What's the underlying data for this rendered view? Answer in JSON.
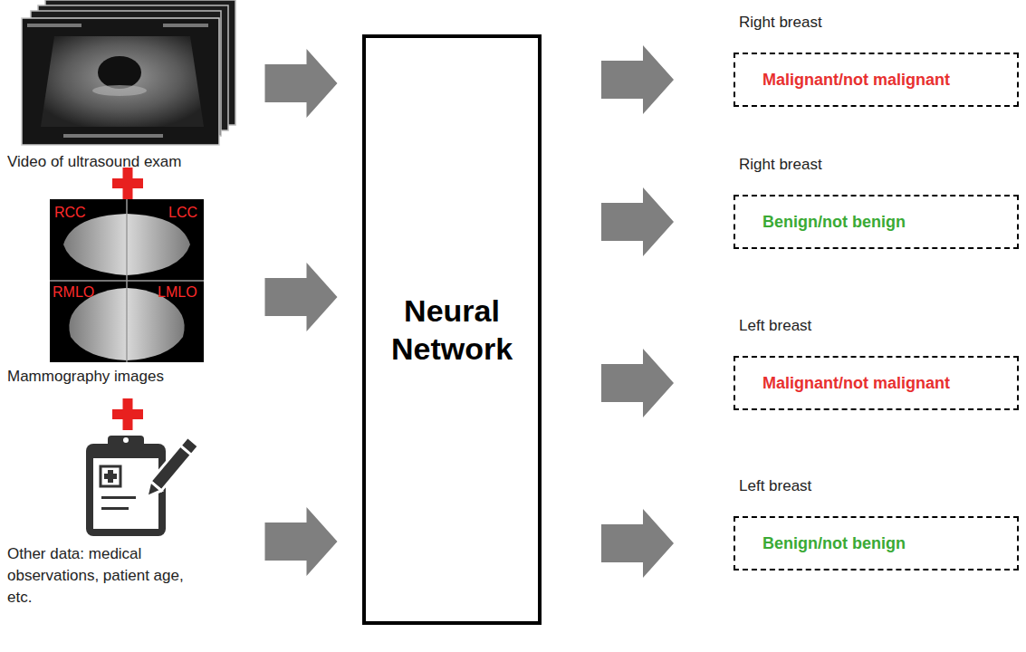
{
  "diagram": {
    "nodes": [
      {
        "text": [
          "Video of ultrasound exam"
        ]
      },
      {
        "text": [
          "RCC",
          "LCC",
          "RMLO",
          "LMLO",
          "Mammography images"
        ]
      },
      {
        "text": [
          "Other data: medical observations, patient age, etc."
        ]
      },
      {
        "text": [
          "Neural Network"
        ]
      },
      {
        "text": [
          "Right breast",
          "Malignant/not malignant"
        ]
      },
      {
        "text": [
          "Right breast",
          "Benign/not benign"
        ]
      },
      {
        "text": [
          "Left breast",
          "Malignant/not malignant"
        ]
      },
      {
        "text": [
          "Left breast",
          "Benign/not benign"
        ]
      }
    ],
    "edges": [
      {
        "from": 0,
        "to": 3,
        "arrow": "to"
      },
      {
        "from": 1,
        "to": 3,
        "arrow": "to"
      },
      {
        "from": 2,
        "to": 3,
        "arrow": "to"
      },
      {
        "from": 3,
        "to": 4,
        "arrow": "to"
      },
      {
        "from": 3,
        "to": 5,
        "arrow": "to"
      },
      {
        "from": 3,
        "to": 6,
        "arrow": "to"
      },
      {
        "from": 3,
        "to": 7,
        "arrow": "to"
      }
    ]
  }
}
